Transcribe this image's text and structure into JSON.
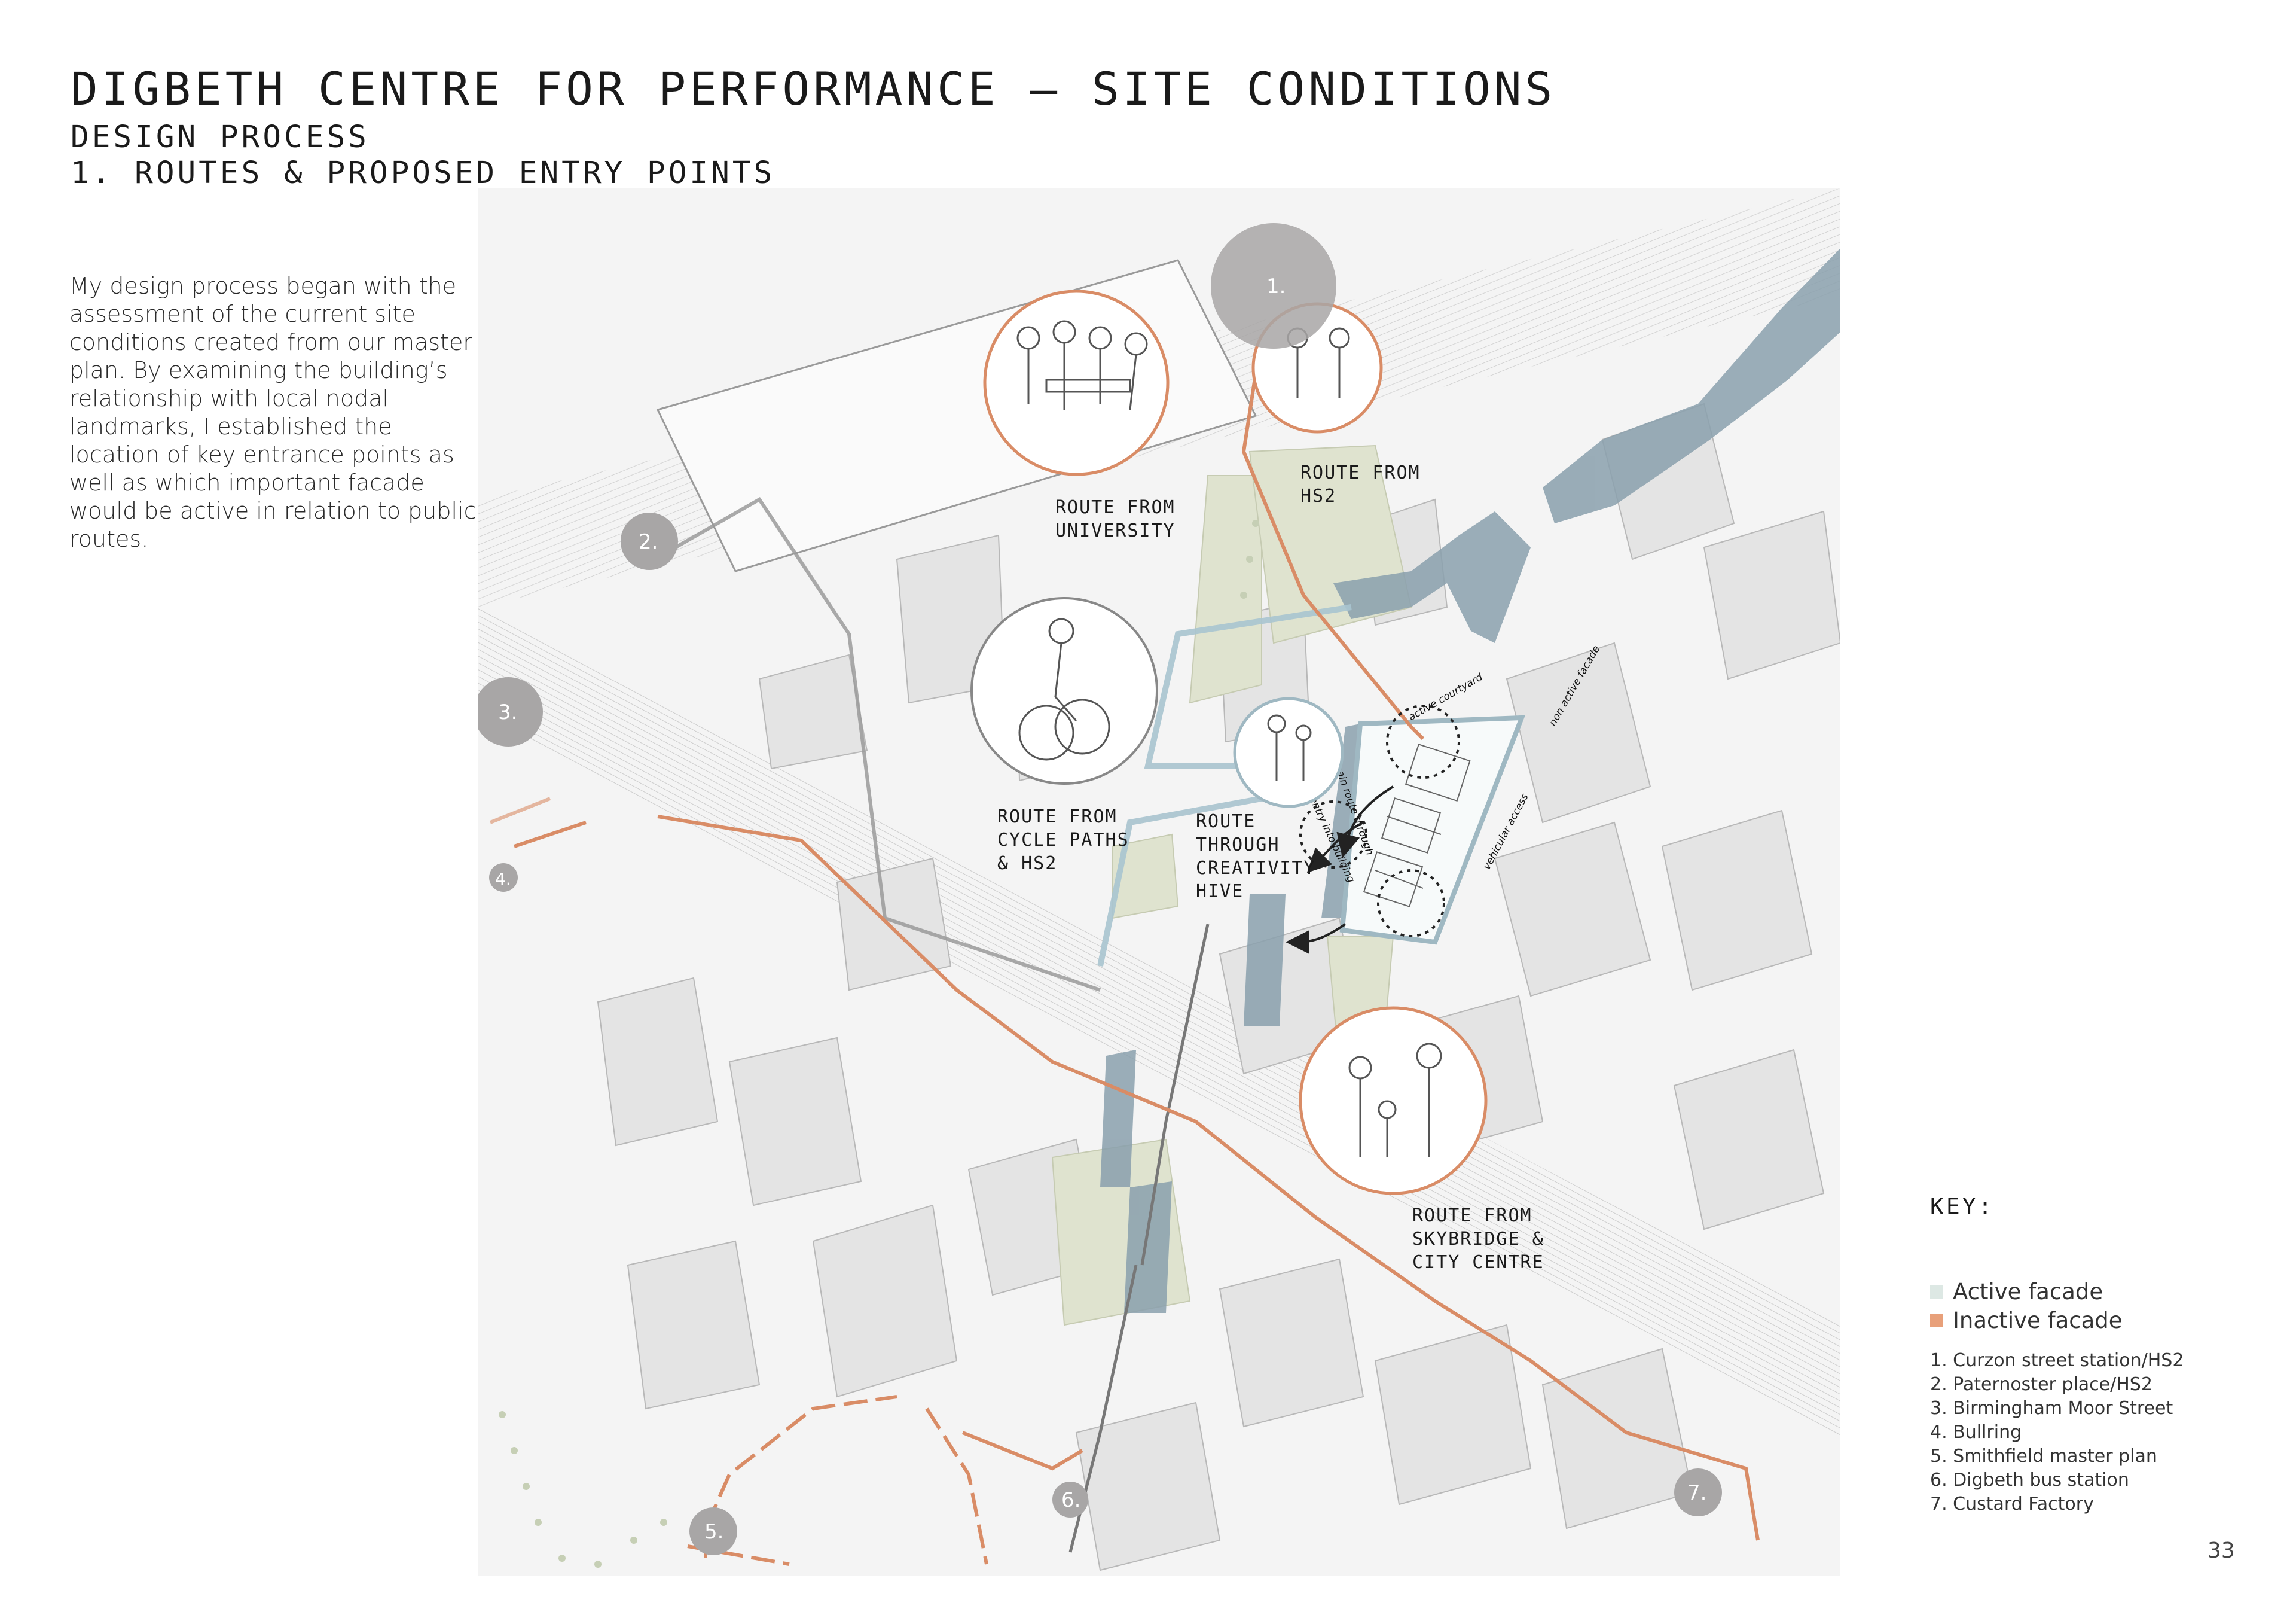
{
  "header": {
    "title": "DIGBETH CENTRE FOR PERFORMANCE – SITE CONDITIONS",
    "subtitle_1": "DESIGN PROCESS",
    "subtitle_2": "1. ROUTES & PROPOSED ENTRY POINTS"
  },
  "intro": {
    "text": "My design process began with the assessment of the current site conditions created from our master plan. By examining the building’s relationship with local nodal landmarks, I established the location of key entrance points as well as which important facade would be active in relation to public routes."
  },
  "map": {
    "route_labels": {
      "university": [
        "ROUTE FROM",
        "UNIVERSITY"
      ],
      "hs2": [
        "ROUTE FROM",
        "HS2"
      ],
      "cycle": [
        "ROUTE FROM",
        "CYCLE PATHS",
        "& HS2"
      ],
      "hive": [
        "ROUTE",
        "THROUGH",
        "CREATIVITY",
        "HIVE"
      ],
      "skybridge": [
        "ROUTE FROM",
        "SKYBRIDGE &",
        "CITY CENTRE"
      ]
    },
    "markers": [
      "1.",
      "2.",
      "3.",
      "4.",
      "5.",
      "6.",
      "7."
    ],
    "handwritten_notes": {
      "courtyard": "active courtyard",
      "main_route": "main route through",
      "entry": "entry into building",
      "non_active": "non active facade",
      "vehicular": "vehicular access"
    }
  },
  "key": {
    "heading": "KEY:",
    "items": [
      {
        "label": "Active facade",
        "color": "#dde8e4"
      },
      {
        "label": "Inactive facade",
        "color": "#e8a07a"
      }
    ],
    "list": [
      "1. Curzon street station/HS2",
      "2. Paternoster place/HS2",
      "3. Birmingham Moor Street",
      "4. Bullring",
      "5. Smithfield master plan",
      "6. Digbeth bus station",
      "7. Custard Factory"
    ]
  },
  "page_number": "33",
  "colors": {
    "route_orange": "#d98c66",
    "route_grey": "#9a9a9a",
    "water_blue": "#8aa0ad",
    "green_space": "#dfe3cf",
    "active_route_blue": "#a9c4cf",
    "marker_grey": "#a8a6a6"
  }
}
